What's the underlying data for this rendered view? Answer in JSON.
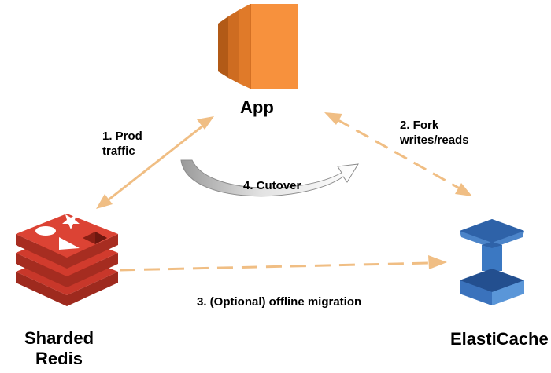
{
  "nodes": {
    "app": {
      "label": "App",
      "icon": "ec2-instance-icon",
      "color": "#F7913D"
    },
    "redis": {
      "label_line1": "Sharded",
      "label_line2": "Redis",
      "icon": "redis-logo-icon",
      "color": "#D42E24"
    },
    "elasticache": {
      "label": "ElastiCache",
      "icon": "elasticache-icon",
      "color": "#3A75C4"
    }
  },
  "edges": {
    "prod_traffic": {
      "label_line1": "1. Prod",
      "label_line2": "traffic",
      "style": "solid",
      "direction": "bidirectional"
    },
    "fork": {
      "label_line1": "2. Fork",
      "label_line2": "writes/reads",
      "style": "dashed",
      "direction": "bidirectional"
    },
    "migration": {
      "label": "3. (Optional) offline migration",
      "style": "dashed",
      "direction": "redis-to-elasticache"
    },
    "cutover": {
      "label": "4. Cutover",
      "style": "curved"
    }
  },
  "colors": {
    "arrow": "#F0BE84",
    "text": "#000000",
    "cutover_fill": "#E8E8E8",
    "cutover_stroke": "#8C8C8C"
  }
}
